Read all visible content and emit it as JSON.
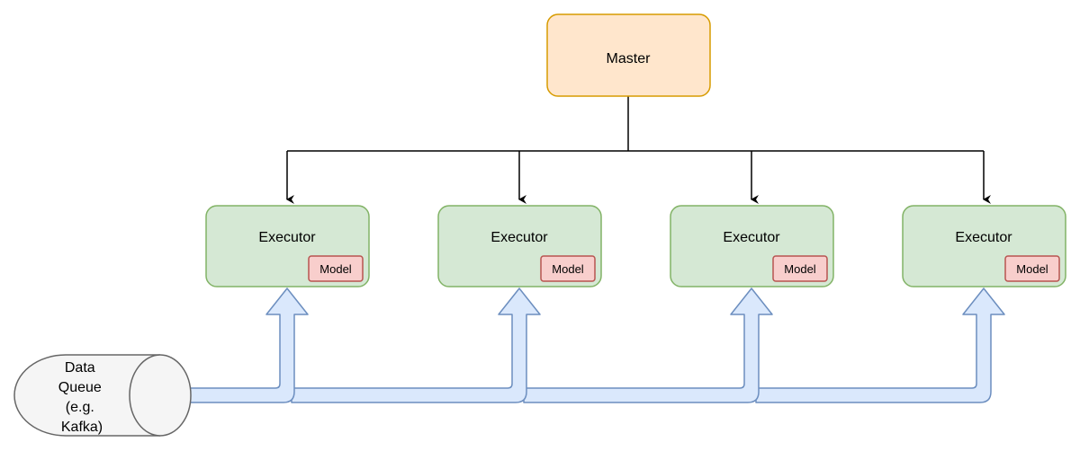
{
  "master": {
    "label": "Master",
    "fill": "#ffe6cc",
    "stroke": "#d79b00"
  },
  "executors": [
    {
      "label": "Executor",
      "model_label": "Model"
    },
    {
      "label": "Executor",
      "model_label": "Model"
    },
    {
      "label": "Executor",
      "model_label": "Model"
    },
    {
      "label": "Executor",
      "model_label": "Model"
    }
  ],
  "queue": {
    "lines": [
      "Data",
      "Queue",
      "(e.g.",
      "Kafka)"
    ]
  },
  "colors": {
    "executor_fill": "#d5e8d4",
    "executor_stroke": "#82b366",
    "model_fill": "#f8cecc",
    "model_stroke": "#b85450",
    "flow_fill": "#dae8fc",
    "flow_stroke": "#6c8ebf",
    "queue_fill": "#f5f5f5",
    "queue_stroke": "#666666",
    "connector": "#000000"
  }
}
